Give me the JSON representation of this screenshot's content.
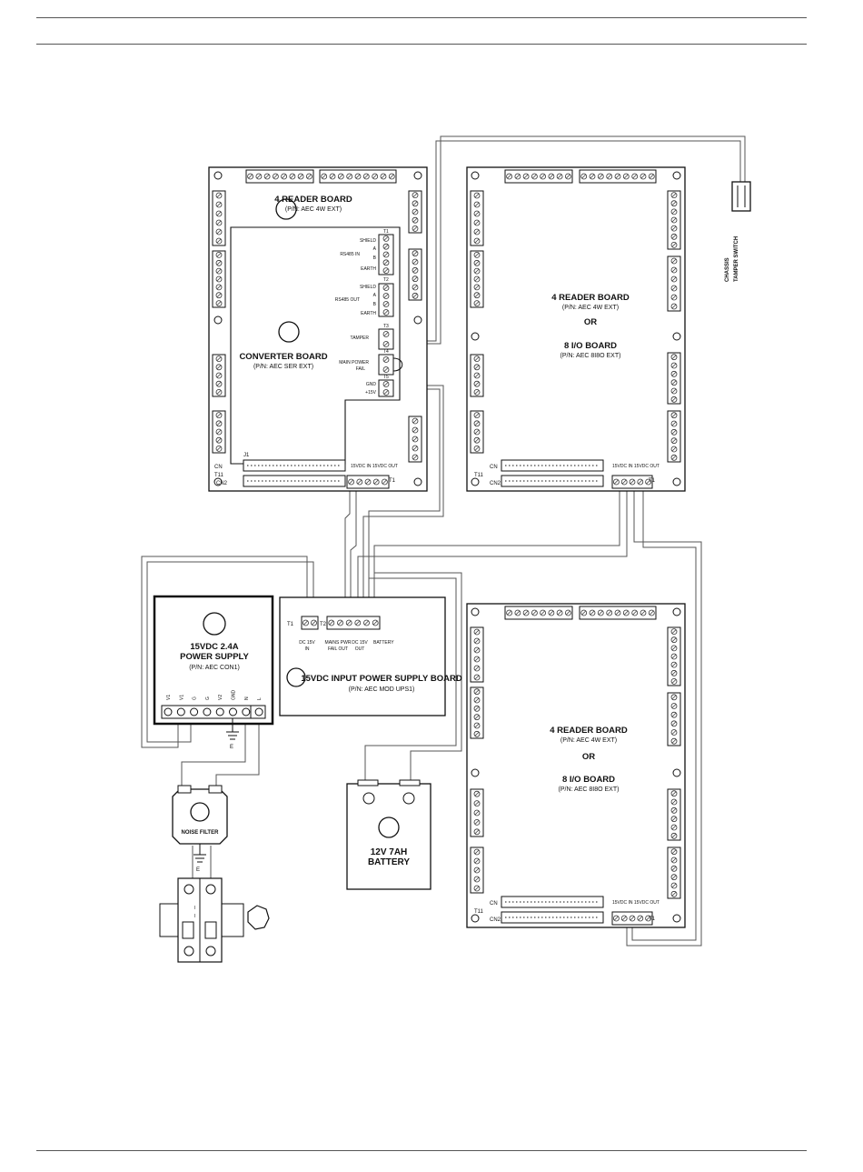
{
  "boards": {
    "top_left": {
      "title": "4 READER BOARD",
      "pn": "(P/N: AEC 4W EXT)",
      "t11": "T11",
      "cn": "CN",
      "cn2": "CN2",
      "j1": "J1",
      "t1_bottom": "T1",
      "power_label": "15VDC IN 15VDC OUT"
    },
    "converter": {
      "title": "CONVERTER BOARD",
      "pn": "(P/N: AEC SER EXT)",
      "t1": "T1",
      "t2": "T2",
      "t3": "T3",
      "t4": "T4",
      "t5": "T5",
      "shield": "SHIELD",
      "a": "A",
      "b": "B",
      "earth": "EARTH",
      "rs485_in": "RS485 IN",
      "rs485_out": "RS485 OUT",
      "tamper": "TAMPER",
      "main_power": "MAIN POWER",
      "fail": "FAIL",
      "gnd": "GND",
      "plus15v": "+15V"
    },
    "top_right": {
      "title": "4 READER BOARD",
      "pn": "(P/N: AEC 4W EXT)",
      "or": "OR",
      "title2": "8 I/O BOARD",
      "pn2": "(P/N: AEC 8I8O EXT)",
      "t11": "T11",
      "cn": "CN",
      "cn2": "CN2",
      "t1": "T1",
      "power_label": "15VDC IN 15VDC OUT"
    },
    "bottom_right": {
      "title": "4 READER BOARD",
      "pn": "(P/N: AEC 4W EXT)",
      "or": "OR",
      "title2": "8 I/O BOARD",
      "pn2": "(P/N: AEC 8I8O EXT)",
      "t11": "T11",
      "cn": "CN",
      "cn2": "CN2",
      "t1": "T1",
      "power_label": "15VDC IN 15VDC OUT"
    }
  },
  "tamper_switch": {
    "line1": "CHASSIS",
    "line2": "TAMPER SWITCH"
  },
  "power_supply": {
    "title1": "15VDC 2.4A",
    "title2": "POWER SUPPLY",
    "pn": "(P/N: AEC CON1)",
    "terminals": [
      "V1",
      "V1",
      "G",
      "G",
      "V2",
      "GND",
      "N",
      "L"
    ],
    "earth": "E"
  },
  "ups_board": {
    "t1": "T1",
    "t2": "T2",
    "dc_label1": "DC 15V",
    "dc_label2": "IN",
    "mains_label1": "MAINS PWR",
    "mains_label2": "FAIL OUT",
    "dcout_label1": "DC 15V",
    "dcout_label2": "OUT",
    "battery_label": "BATTERY",
    "title": "15VDC INPUT POWER SUPPLY BOARD",
    "pn": "(P/N: AEC MOD UPS1)"
  },
  "noise_filter": {
    "label": "NOISE FILTER",
    "earth": "E"
  },
  "battery": {
    "line1": "12V 7AH",
    "line2": "BATTERY"
  },
  "mains_switch": {
    "lbl1": "I",
    "lbl2": "I"
  }
}
